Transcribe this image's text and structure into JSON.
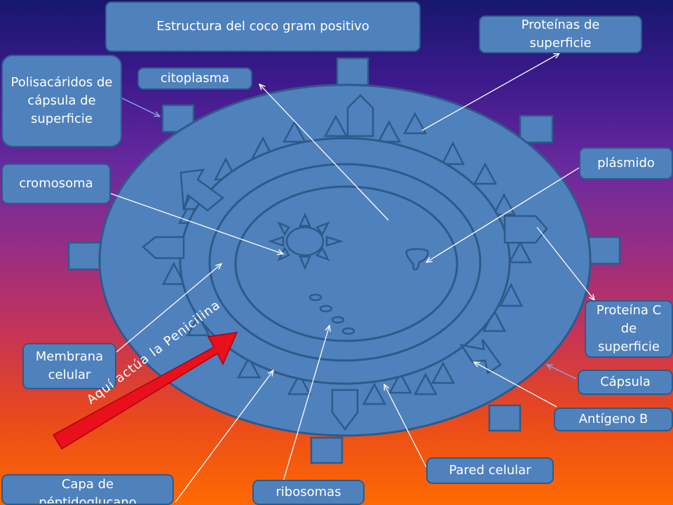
{
  "title": "Estructura del coco gram positivo",
  "labels": {
    "proteinas_superficie": "Proteínas de superficie",
    "polisacaridos": "Polisacáridos de cápsula de superficie",
    "citoplasma": "citoplasma",
    "cromosoma": "cromosoma",
    "plasmido": "plásmido",
    "proteina_c": "Proteína C de superficie",
    "membrana": "Membrana celular",
    "capsula": "Cápsula",
    "antigeno_b": "Antígeno B",
    "pared": "Pared celular",
    "ribosomas": "ribosomas",
    "peptidoglucano": "Capa de péptidoglucano",
    "penicilina": "Aquí actúa la Penicilina"
  },
  "colors": {
    "cell_fill": "#4f81bd",
    "cell_stroke": "#2e5a8a",
    "penicillin_arrow": "#e8101a",
    "pointer_lines": "#ffffff"
  }
}
